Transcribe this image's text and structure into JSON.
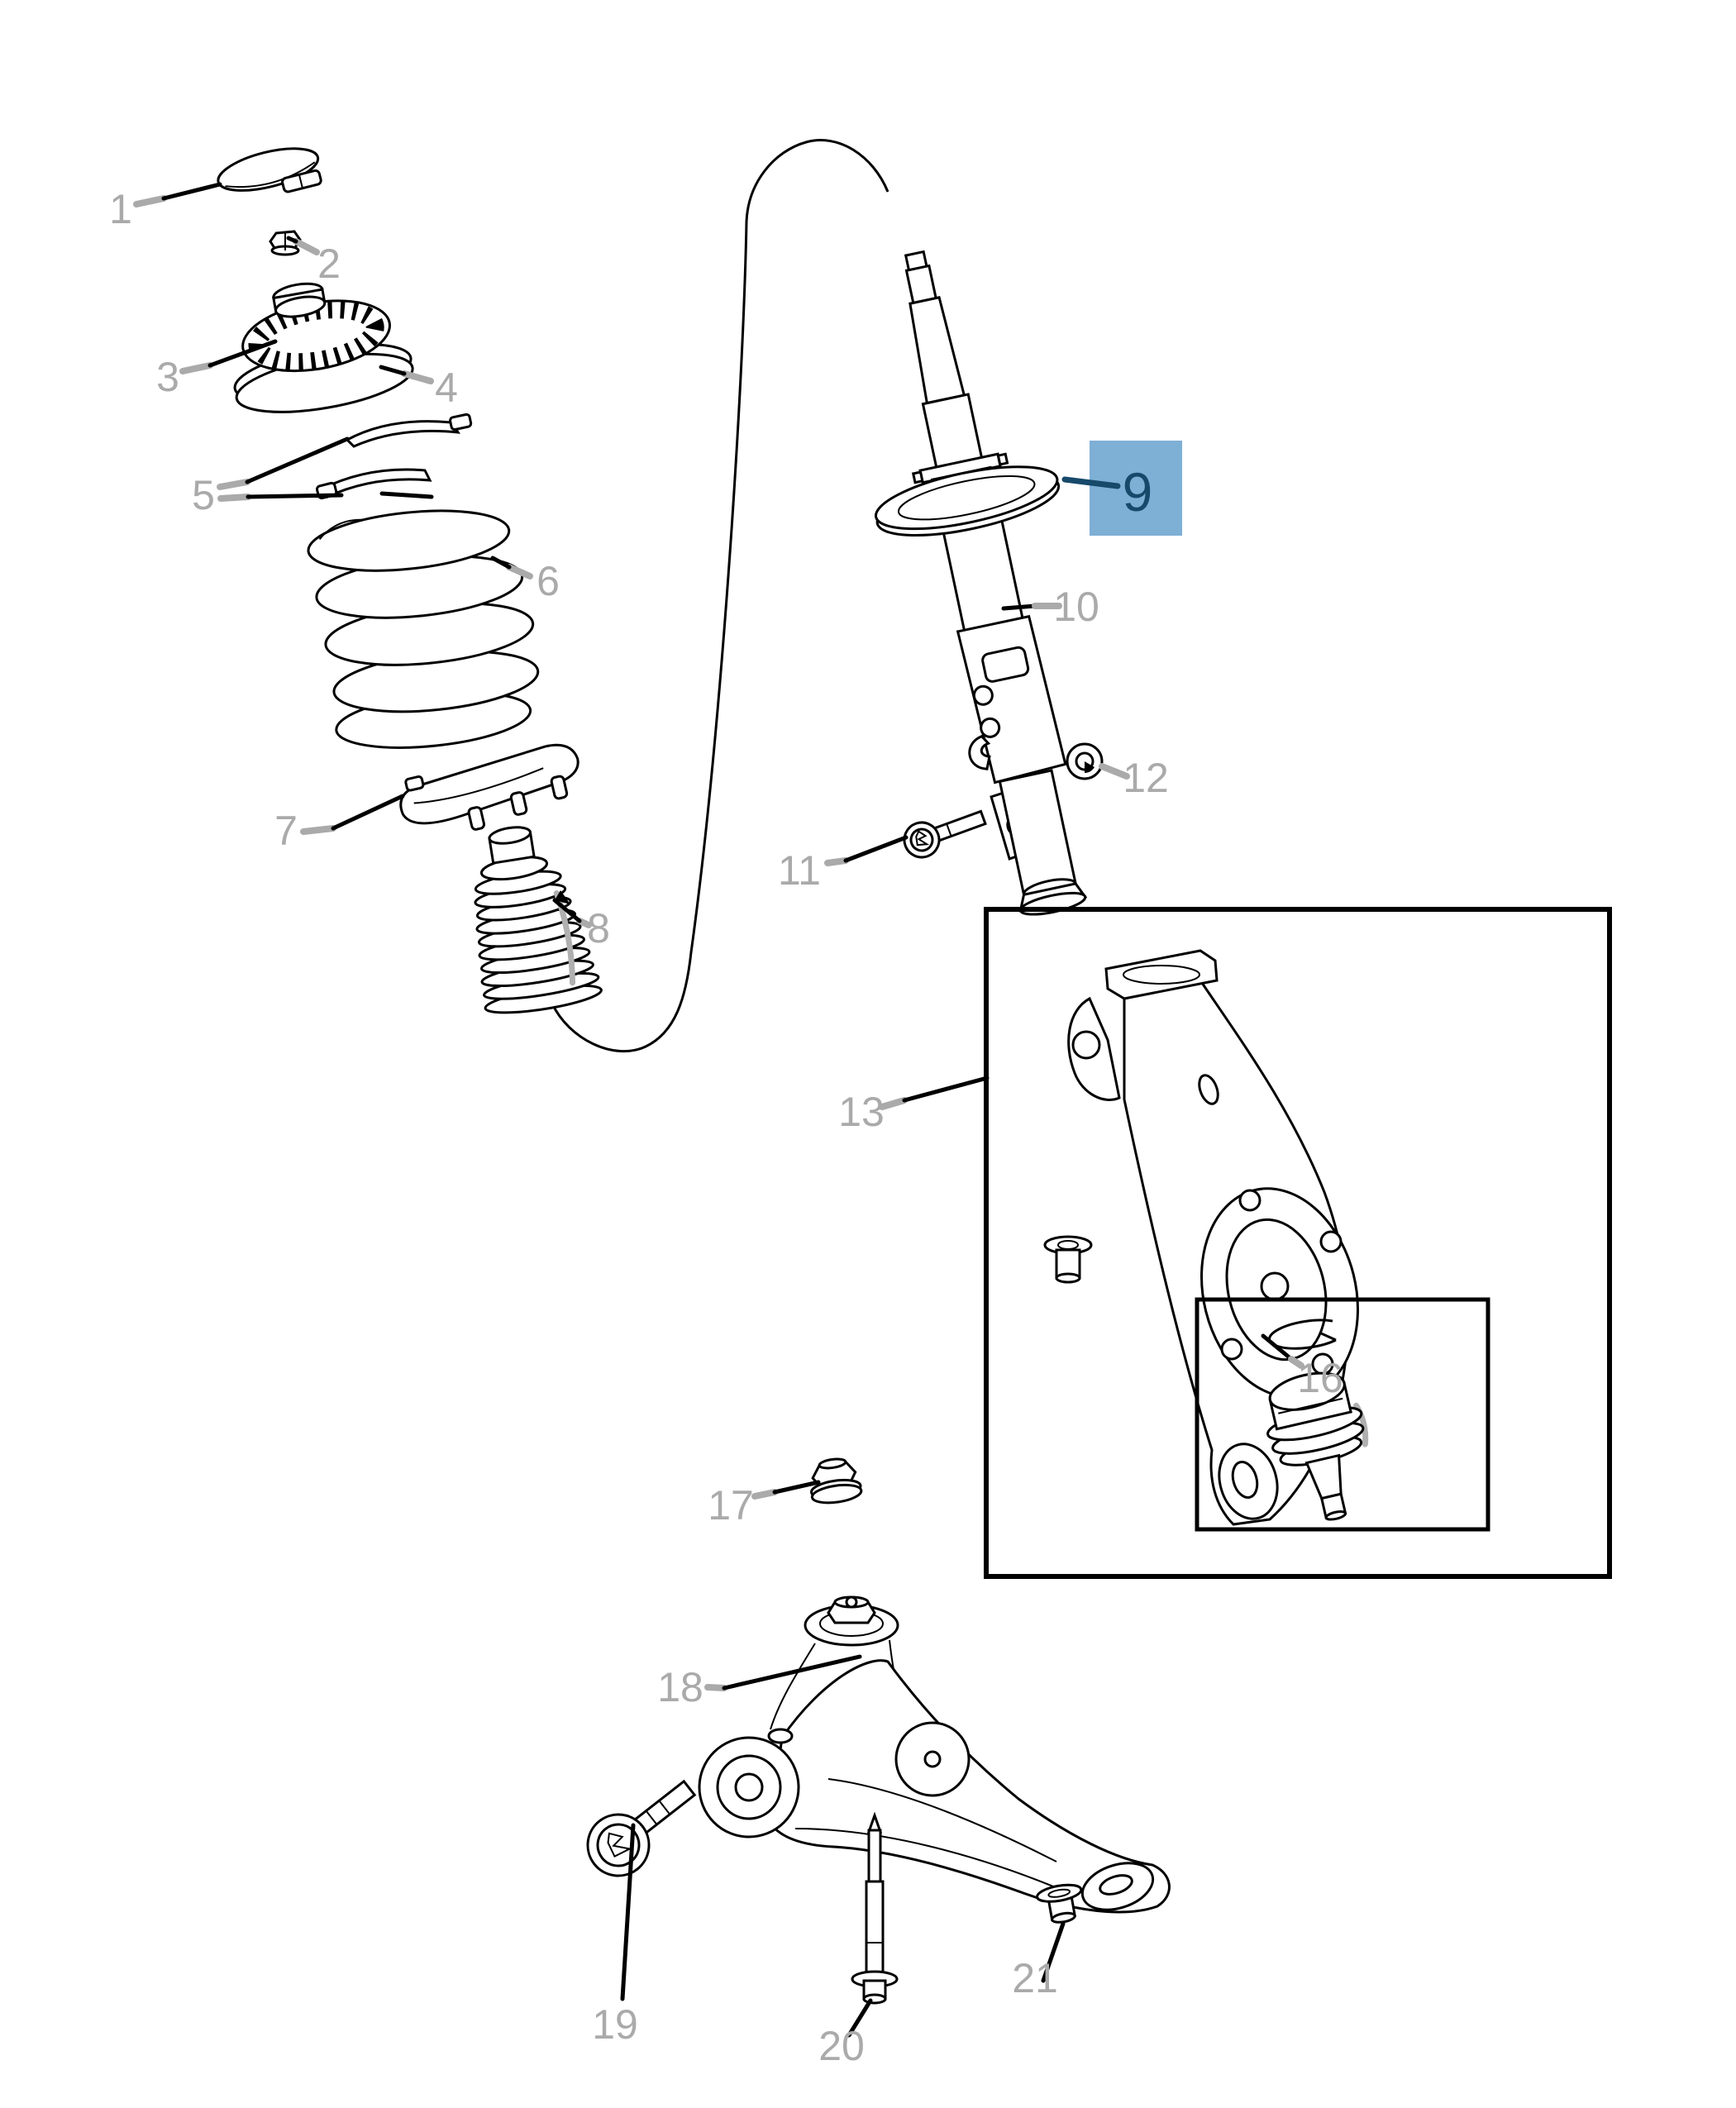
{
  "diagram": {
    "kind": "exploded-parts-diagram",
    "subject": "front-suspension-strut-spring-knuckle-and-lower-control-arm",
    "highlighted_callout": "9"
  },
  "colors": {
    "background": "#ffffff",
    "callout_label": "#aaaaaa",
    "line": "#000000",
    "highlight_fill": "#7eafd5",
    "highlight_accent": "#17496b"
  },
  "callouts": [
    {
      "number": "1",
      "highlighted": false
    },
    {
      "number": "2",
      "highlighted": false
    },
    {
      "number": "3",
      "highlighted": false
    },
    {
      "number": "4",
      "highlighted": false
    },
    {
      "number": "5",
      "highlighted": false
    },
    {
      "number": "6",
      "highlighted": false
    },
    {
      "number": "7",
      "highlighted": false
    },
    {
      "number": "8",
      "highlighted": false
    },
    {
      "number": "9",
      "highlighted": true
    },
    {
      "number": "10",
      "highlighted": false
    },
    {
      "number": "11",
      "highlighted": false
    },
    {
      "number": "12",
      "highlighted": false
    },
    {
      "number": "13",
      "highlighted": false
    },
    {
      "number": "16",
      "highlighted": false
    },
    {
      "number": "17",
      "highlighted": false
    },
    {
      "number": "18",
      "highlighted": false
    },
    {
      "number": "19",
      "highlighted": false
    },
    {
      "number": "20",
      "highlighted": false
    },
    {
      "number": "21",
      "highlighted": false
    }
  ]
}
